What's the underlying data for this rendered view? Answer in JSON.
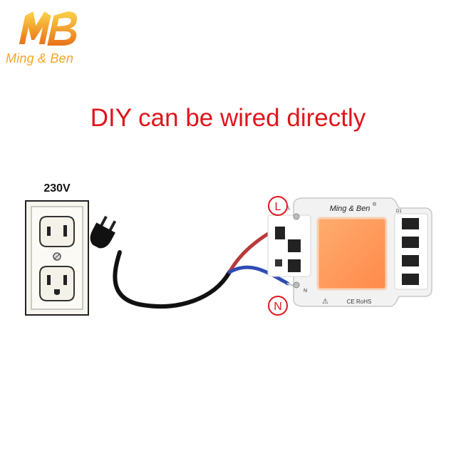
{
  "brand": {
    "name": "Ming & Ben",
    "colors": {
      "orange": "#f5a623",
      "deep_orange": "#e8731a"
    }
  },
  "headline": {
    "text": "DIY can be wired directly",
    "color": "#e0151b"
  },
  "outlet": {
    "voltage_label": "230V"
  },
  "cable": {
    "live_color": "#b83a3a",
    "neutral_color": "#2f4bb5",
    "jacket_color": "#111111"
  },
  "board": {
    "brand_text": "Ming & Ben",
    "registered_mark": "®",
    "cert_text": "CE RoHS",
    "warning_symbol": "⚠",
    "chip_label": "D1",
    "led_color": "#ff9a5c",
    "terminals": {
      "live": {
        "badge": "L",
        "pad_label": "L"
      },
      "neutral": {
        "badge": "N",
        "pad_label": "N"
      }
    }
  }
}
